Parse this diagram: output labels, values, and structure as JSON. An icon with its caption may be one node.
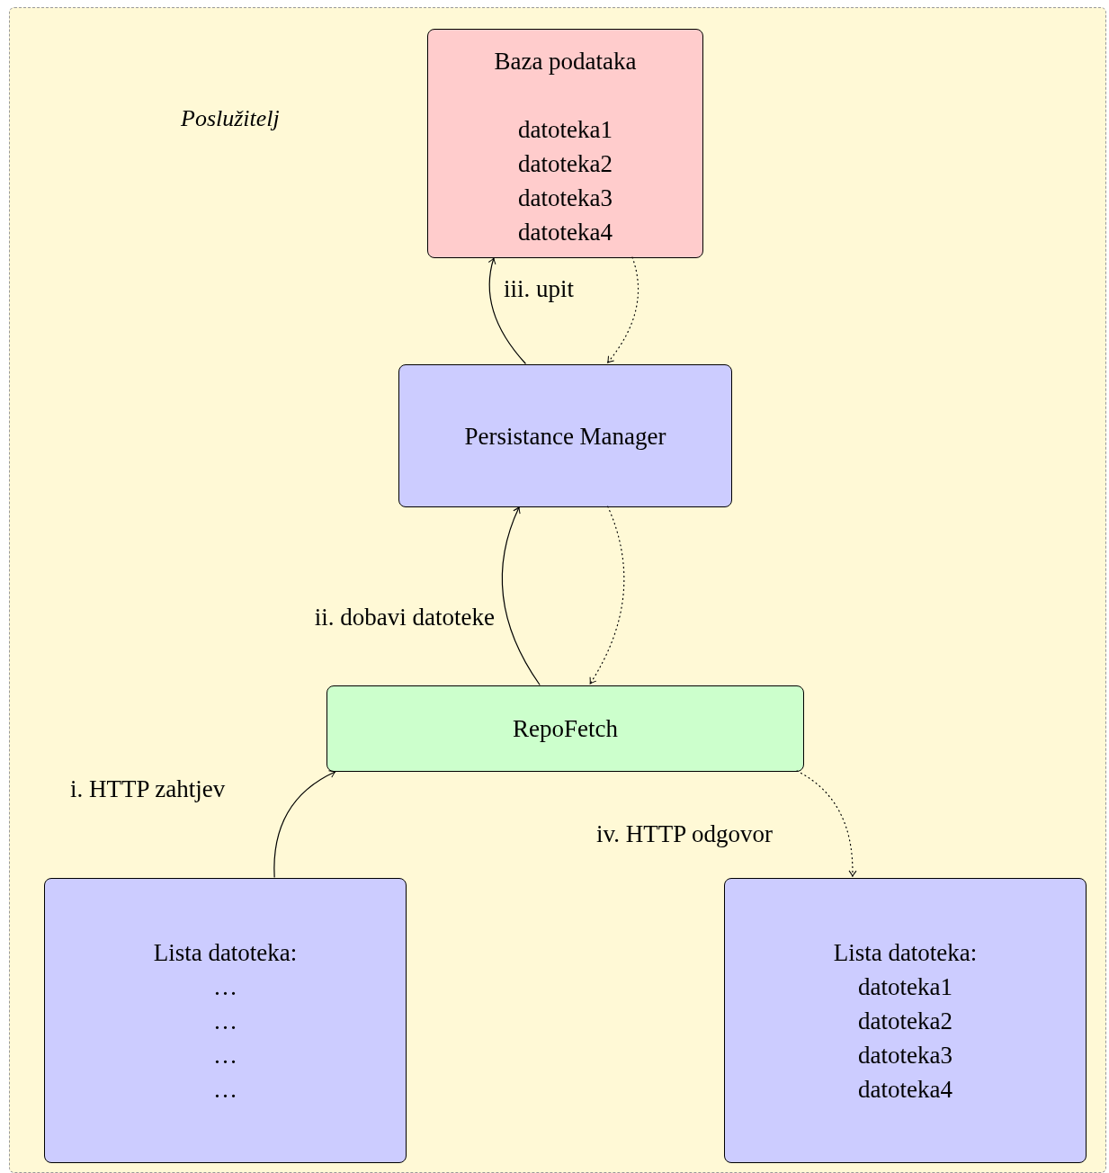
{
  "diagram": {
    "nodes": [
      {
        "text": [
          "Poslužitelj"
        ]
      },
      {
        "text": [
          "Baza podataka",
          "datoteka1",
          "datoteka2",
          "datoteka3",
          "datoteka4"
        ],
        "in": 0
      },
      {
        "text": [
          "Persistance Manager"
        ],
        "in": 0
      },
      {
        "text": [
          "RepoFetch"
        ],
        "in": 0
      },
      {
        "text": [
          "Lista datoteka:",
          "…",
          "…",
          "…",
          "…"
        ],
        "in": 0
      },
      {
        "text": [
          "Lista datoteka:",
          "datoteka1",
          "datoteka2",
          "datoteka3",
          "datoteka4"
        ],
        "in": 0
      }
    ],
    "edges": [
      {
        "from": 2,
        "to": 1,
        "arrow": "to",
        "label": "iii. upit"
      },
      {
        "from": 1,
        "to": 2,
        "arrow": "to",
        "style": "dashed"
      },
      {
        "from": 3,
        "to": 2,
        "arrow": "to",
        "label": "ii. dobavi datoteke"
      },
      {
        "from": 2,
        "to": 3,
        "arrow": "to",
        "style": "dashed"
      },
      {
        "from": 4,
        "to": 3,
        "arrow": "to",
        "label": "i. HTTP zahtjev"
      },
      {
        "from": 3,
        "to": 5,
        "arrow": "to",
        "style": "dashed",
        "label": "iv. HTTP odgovor"
      }
    ]
  }
}
